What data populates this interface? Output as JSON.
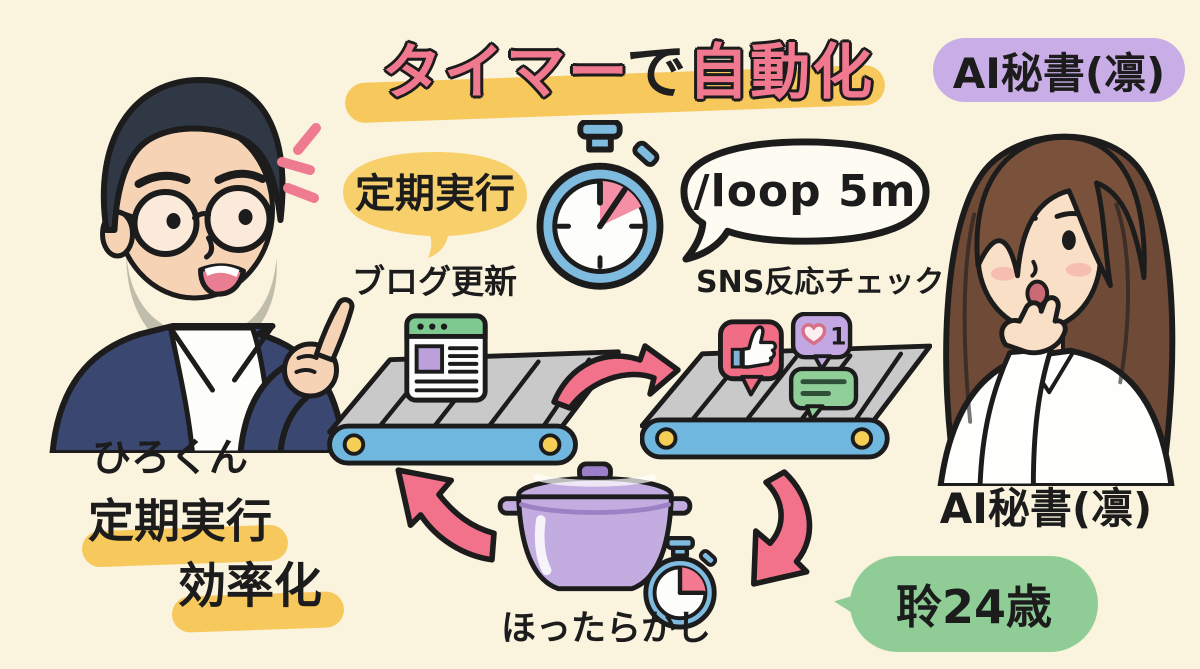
{
  "scene_description": "Hand-drawn Japanese illustration about automating tasks with timers",
  "title": {
    "segments": [
      {
        "text": "タイマー",
        "color": "#F0788F"
      },
      {
        "text": "で",
        "color": "#1F1F1F"
      },
      {
        "text": "自動化",
        "color": "#F0788F"
      }
    ]
  },
  "top_right_pill": {
    "label": "AI秘書(凛)",
    "bg": "#C9ADE6"
  },
  "schedule_bubble": {
    "label": "定期実行",
    "bg": "#F8D06B"
  },
  "command_bubble": {
    "label": "/loop 5m"
  },
  "conveyor_flow": {
    "blog_label": "ブログ更新",
    "sns_label": "SNS反応チェック",
    "heart_badge": "1"
  },
  "pot_section": {
    "label": "ほったらかし"
  },
  "left_captions": {
    "name": "ひろくん",
    "keyword_1": "定期実行",
    "keyword_2": "効率化"
  },
  "right_captions": {
    "name": "AI秘書(凛)",
    "age_bubble": "聆24歳"
  },
  "colors": {
    "background": "#FAF3DE",
    "title_pink": "#F0788F",
    "outline_black": "#1C1C1C",
    "highlight_yellow": "#F7C85C",
    "bubble_yellow": "#F8D06B",
    "pill_purple": "#C9ADE6",
    "bubble_green": "#8FCC96",
    "arrow_pink": "#F2718B",
    "conveyor_blue": "#6FB7DE",
    "conveyor_gray": "#C9C9C9",
    "roller_yellow": "#F5CE55",
    "stopwatch_blue": "#7FBADF",
    "stopwatch_wedge_pink": "#F48FA5",
    "pot_purple": "#C3ADE0",
    "browser_green": "#7DC98F",
    "icon_bubble_pink": "#F06D85",
    "icon_bubble_purple": "#C2A7E2",
    "icon_bubble_green": "#8FCE97",
    "blazer_navy": "#3A4770",
    "hair_brown": "#6E4A37"
  }
}
